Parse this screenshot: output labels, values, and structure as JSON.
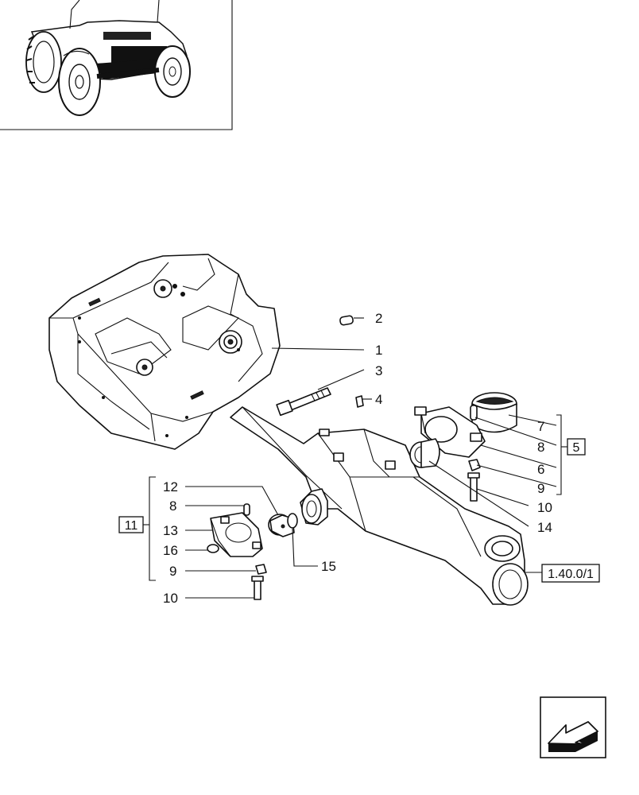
{
  "callouts": {
    "c1": "1",
    "c2": "2",
    "c3": "3",
    "c4": "4",
    "c7": "7",
    "c8r": "8",
    "c6": "6",
    "c9r": "9",
    "c10r": "10",
    "c14": "14",
    "c12": "12",
    "c8l": "8",
    "c13": "13",
    "c16": "16",
    "c9l": "9",
    "c10l": "10",
    "c15": "15"
  },
  "group_boxes": {
    "right": "5",
    "left": "11"
  },
  "reference_box": "1.40.0/1",
  "icons": {
    "thumbnail": "tractor-front-axle-thumbnail",
    "navigation": "back-arrow-icon"
  }
}
